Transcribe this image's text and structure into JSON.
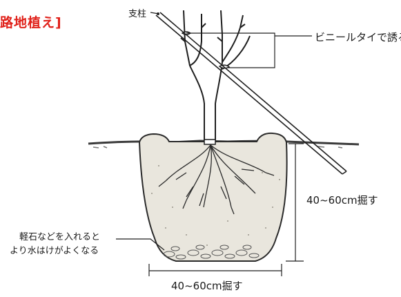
{
  "title": "路地植え]",
  "labels": {
    "stake": "支柱",
    "vinyl_tie": "ビニールタイで誘る",
    "depth": "40~60cm掘す",
    "width": "40~60cm掘す",
    "gravel_line1": "軽石などを入れると",
    "gravel_line2": "より水はけがよくなる"
  },
  "colors": {
    "title": "#e0211a",
    "ink": "#1a1a1a",
    "soil_fill": "#e9e6dd",
    "ground": "#3a3a3a"
  },
  "icons": [
    "rose-seedling-illustration",
    "stake-illustration",
    "planting-hole-illustration",
    "dimension-arrow-icon"
  ]
}
